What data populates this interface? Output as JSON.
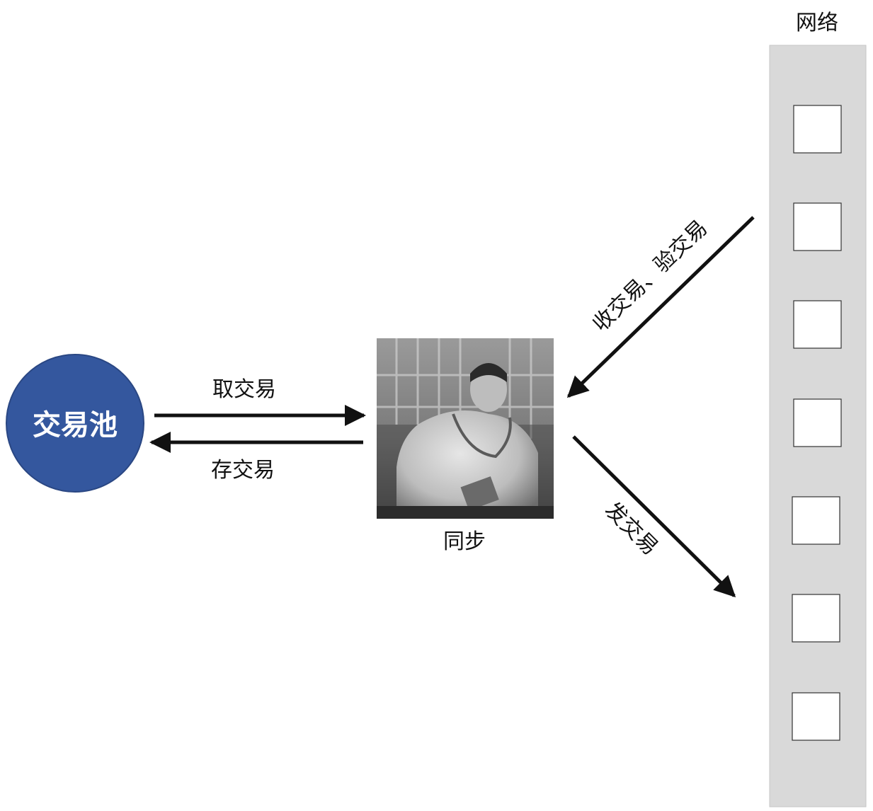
{
  "network": {
    "title": "网络",
    "panel_color": "#d9d9d9",
    "node_count": 7,
    "node_fill": "#ffffff"
  },
  "pool": {
    "label": "交易池",
    "color": "#34579e"
  },
  "sync": {
    "label": "同步",
    "photo": "black-and-white photo of a man in a sleeveless undershirt working at a bench"
  },
  "arrows": {
    "take": "取交易",
    "store": "存交易",
    "receive": "收交易、验交易",
    "send": "发交易",
    "color": "#111111"
  }
}
